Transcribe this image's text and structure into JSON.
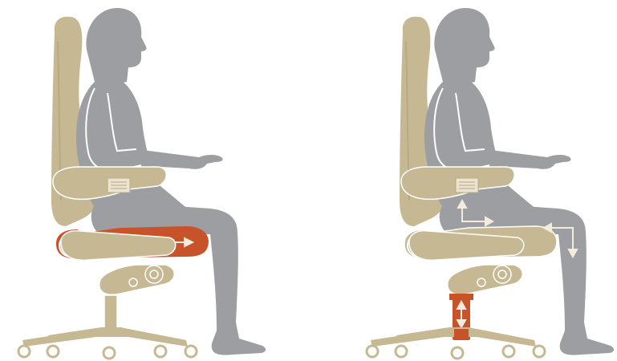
{
  "colors": {
    "background": "#ffffff",
    "figure": "#9d9ea1",
    "figure_outline": "#ffffff",
    "chair": "#c7b894",
    "chair_shade": "#b9a982",
    "accent": "#c8522a",
    "arrow": "#f2ecdf"
  },
  "panels": [
    {
      "name": "seat-depth-adjustment",
      "highlight": "seat-cushion",
      "indicator": "horizontal-double-arrow-icon"
    },
    {
      "name": "seat-height-adjustment",
      "highlight": "gas-cylinder",
      "indicator": "vertical-double-arrow-icon"
    }
  ]
}
